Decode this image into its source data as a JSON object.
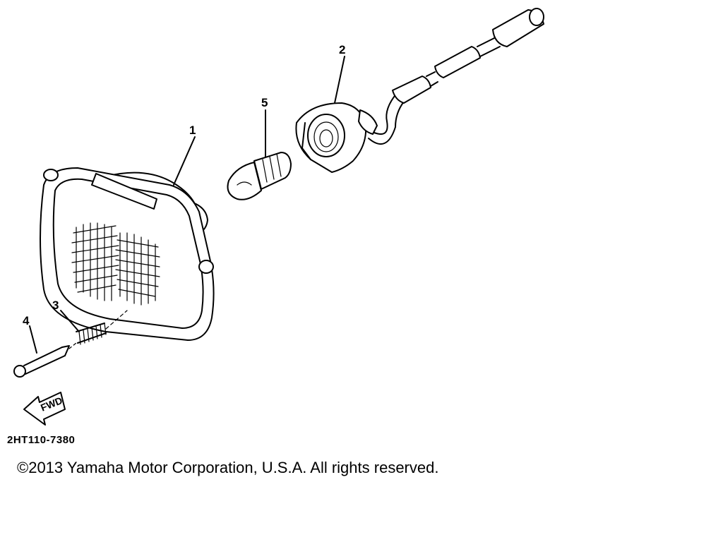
{
  "diagram": {
    "callouts": [
      {
        "id": "1",
        "label": "1"
      },
      {
        "id": "2",
        "label": "2"
      },
      {
        "id": "3",
        "label": "3"
      },
      {
        "id": "4",
        "label": "4"
      },
      {
        "id": "5",
        "label": "5"
      }
    ],
    "fwd_arrow_label": "FWD",
    "reference_code": "2HT110-7380",
    "copyright": "©2013 Yamaha Motor Corporation, U.S.A. All rights reserved."
  }
}
